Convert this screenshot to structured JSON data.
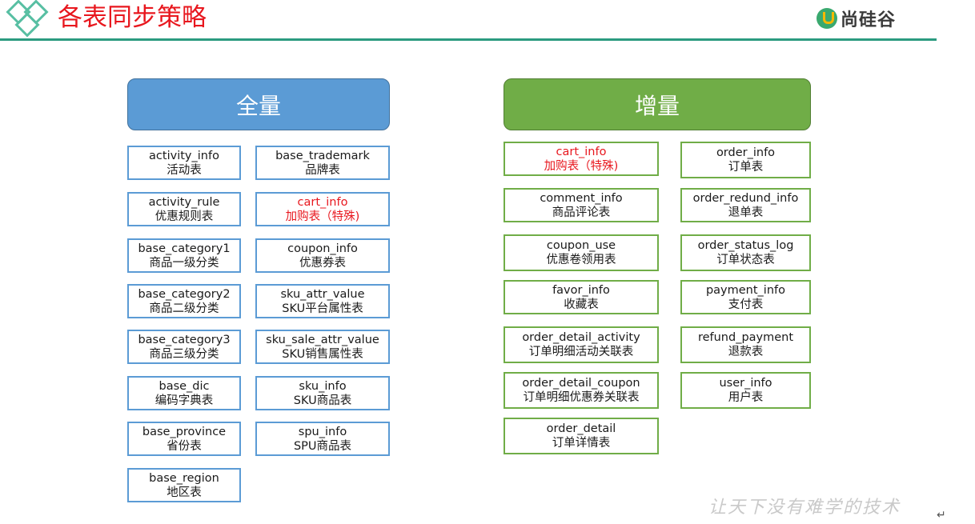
{
  "slide": {
    "title": "各表同步策略",
    "logo_text": "尚硅谷",
    "slogan": "让天下没有难学的技术",
    "return_mark": "↵"
  },
  "full": {
    "header": "全量",
    "tables": [
      {
        "name": "activity_info",
        "desc": "活动表"
      },
      {
        "name": "base_trademark",
        "desc": "品牌表"
      },
      {
        "name": "activity_rule",
        "desc": "优惠规则表"
      },
      {
        "name": "cart_info",
        "desc": "加购表（特殊)",
        "highlight": true
      },
      {
        "name": "base_category1",
        "desc": "商品一级分类"
      },
      {
        "name": "coupon_info",
        "desc": "优惠券表"
      },
      {
        "name": "base_category2",
        "desc": "商品二级分类"
      },
      {
        "name": "sku_attr_value",
        "desc": "SKU平台属性表"
      },
      {
        "name": "base_category3",
        "desc": "商品三级分类"
      },
      {
        "name": "sku_sale_attr_value",
        "desc": "SKU销售属性表"
      },
      {
        "name": "base_dic",
        "desc": "编码字典表"
      },
      {
        "name": "sku_info",
        "desc": "SKU商品表"
      },
      {
        "name": "base_province",
        "desc": "省份表"
      },
      {
        "name": "spu_info",
        "desc": "SPU商品表"
      },
      {
        "name": "base_region",
        "desc": "地区表"
      }
    ]
  },
  "incremental": {
    "header": "增量",
    "tables": [
      {
        "name": "cart_info",
        "desc": "加购表（特殊)",
        "highlight": true
      },
      {
        "name": "order_info",
        "desc": "订单表"
      },
      {
        "name": "comment_info",
        "desc": "商品评论表"
      },
      {
        "name": "order_redund_info",
        "desc": "退单表"
      },
      {
        "name": "coupon_use",
        "desc": "优惠卷领用表"
      },
      {
        "name": "order_status_log",
        "desc": "订单状态表"
      },
      {
        "name": "favor_info",
        "desc": "收藏表"
      },
      {
        "name": "payment_info",
        "desc": "支付表"
      },
      {
        "name": "order_detail_activity",
        "desc": "订单明细活动关联表"
      },
      {
        "name": "refund_payment",
        "desc": "退款表"
      },
      {
        "name": "order_detail_coupon",
        "desc": "订单明细优惠券关联表"
      },
      {
        "name": "user_info",
        "desc": "用户表"
      },
      {
        "name": "order_detail",
        "desc": "订单详情表"
      }
    ]
  },
  "colors": {
    "title_red": "#e8171e",
    "full_blue": "#5b9bd5",
    "incremental_green": "#70ad47",
    "accent_teal": "#2b9b80"
  }
}
